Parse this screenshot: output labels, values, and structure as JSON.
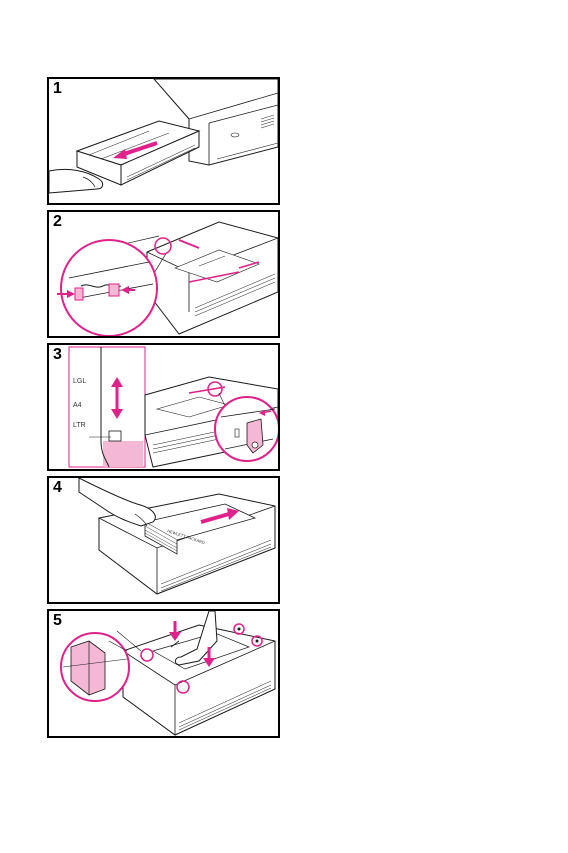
{
  "steps": [
    {
      "number": "1"
    },
    {
      "number": "2"
    },
    {
      "number": "3",
      "scale_labels": [
        "LGL",
        "A4",
        "LTR"
      ]
    },
    {
      "number": "4",
      "paper_text": "HEWLETT PACKARD"
    },
    {
      "number": "5"
    }
  ],
  "colors": {
    "accent": "#e0218a",
    "accent_fill": "#f5b8d4",
    "line": "#1a1a1a"
  }
}
